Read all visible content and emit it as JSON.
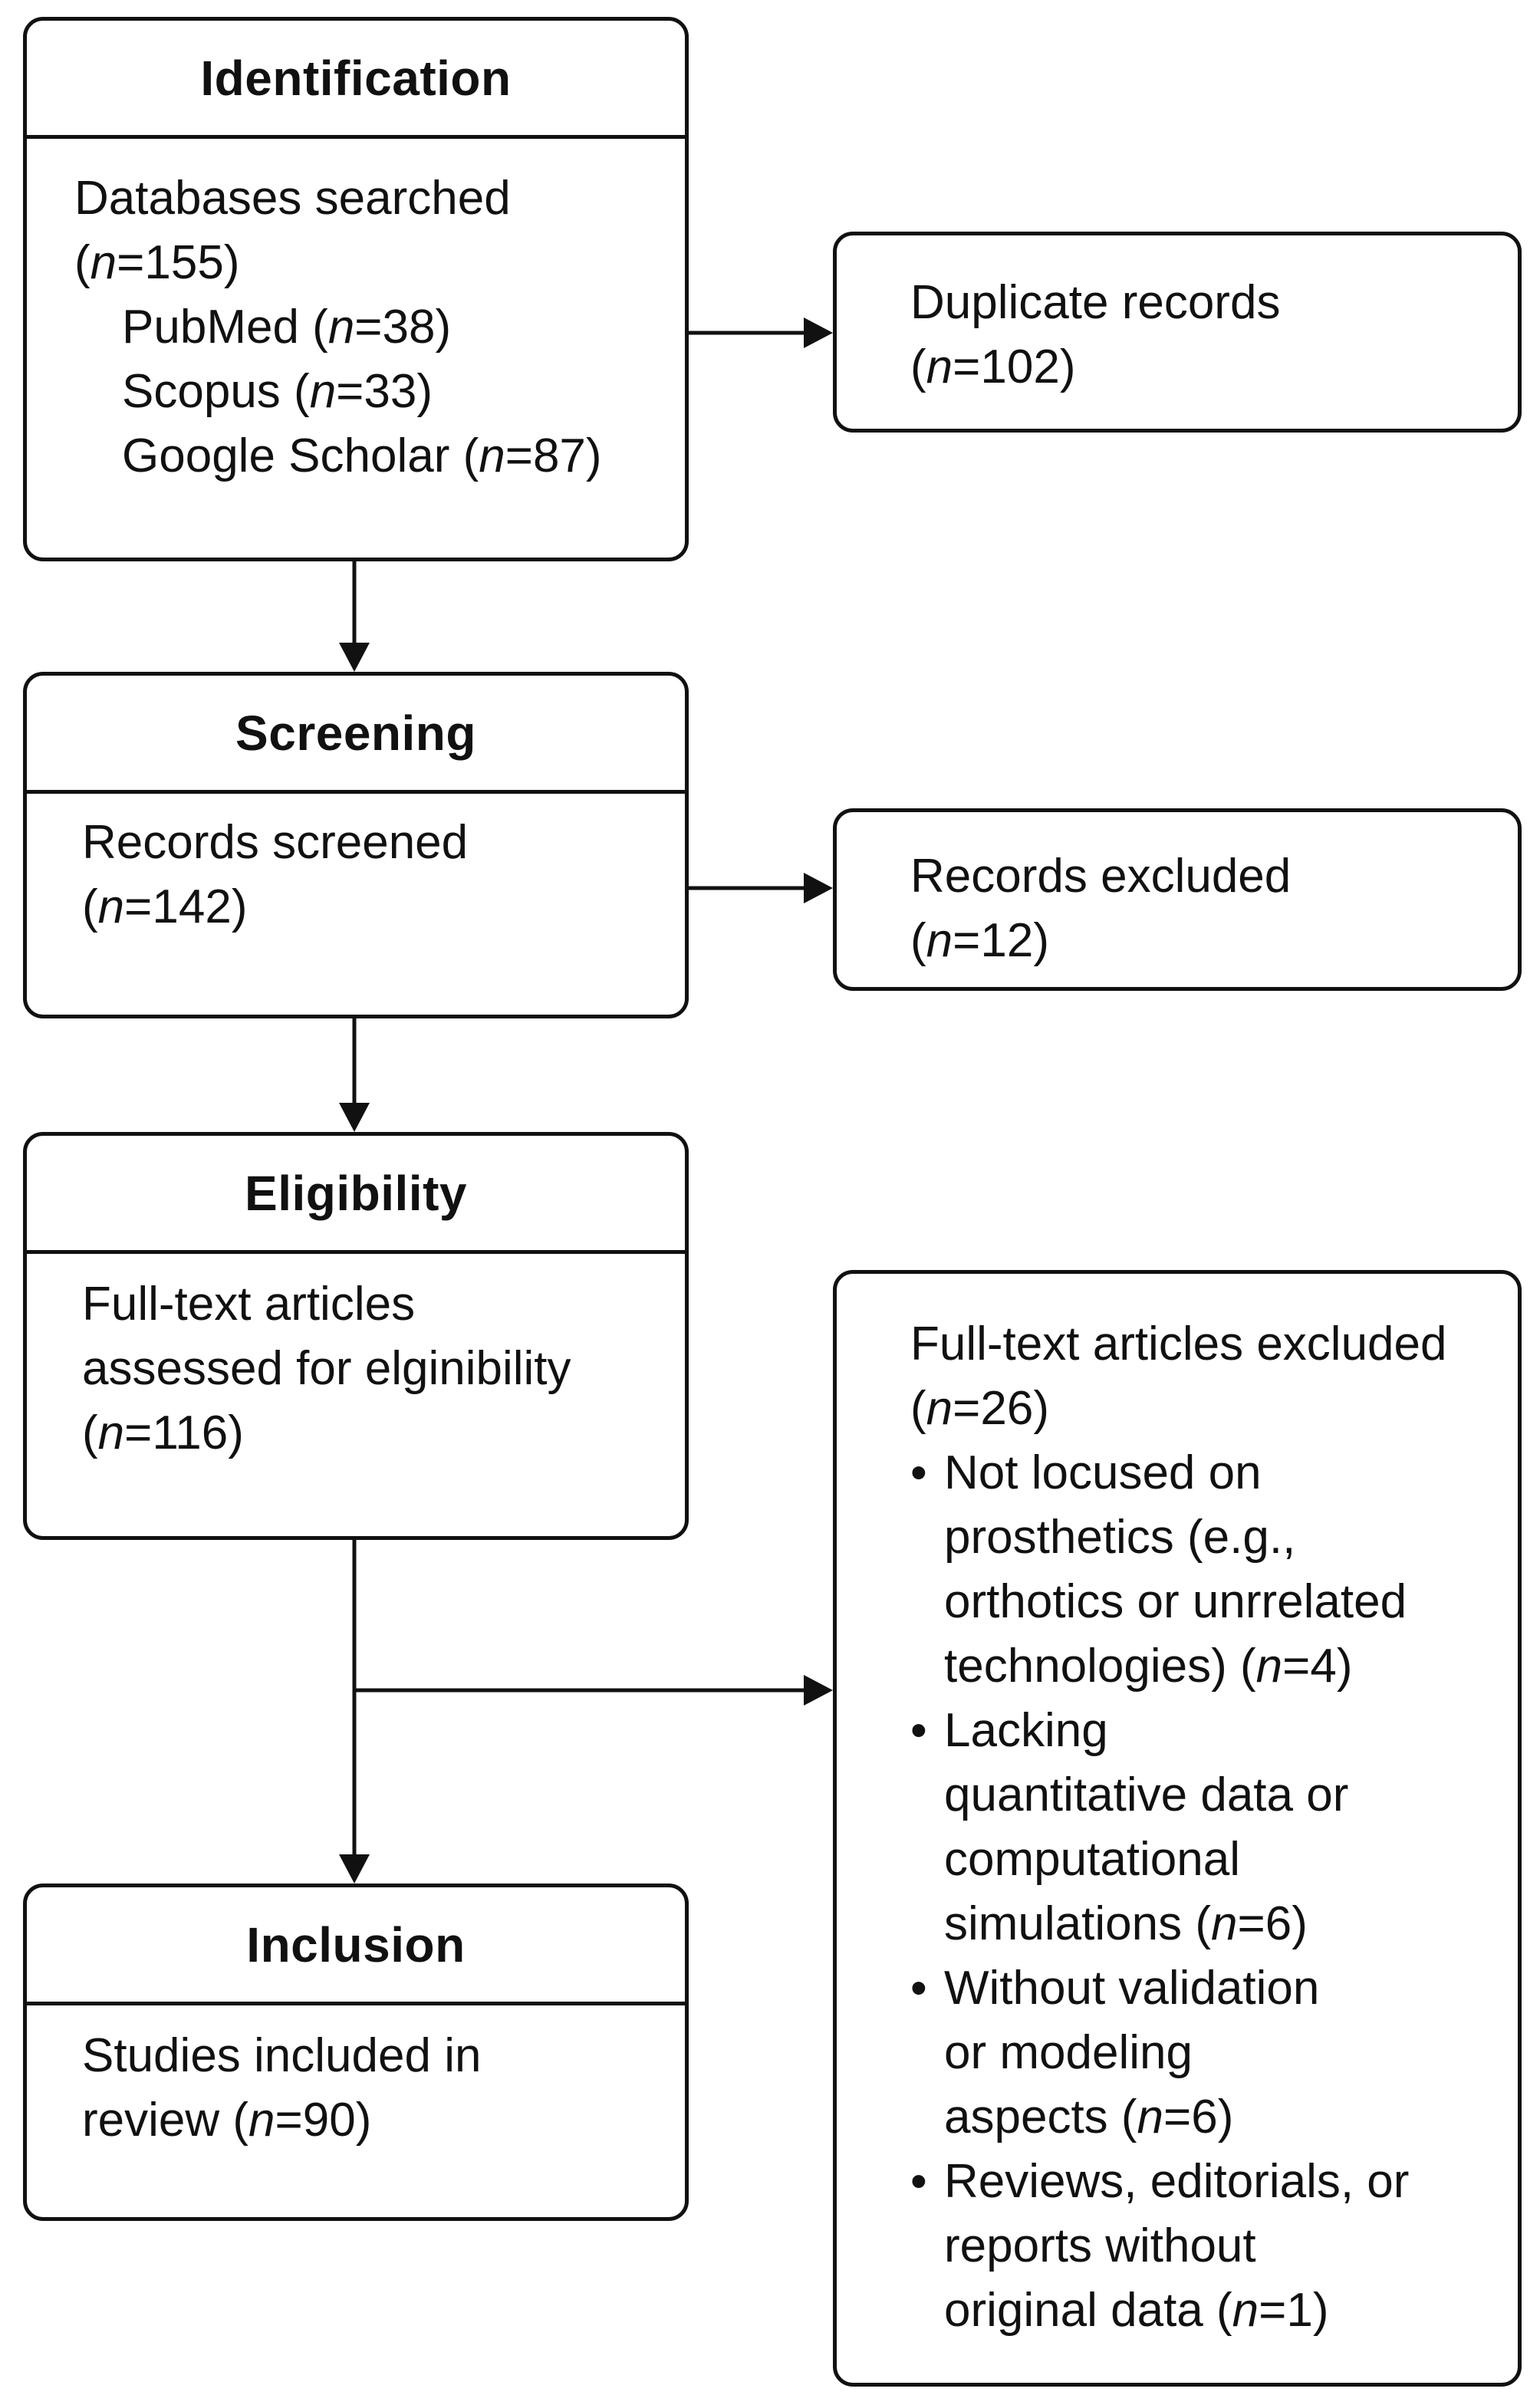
{
  "identification": {
    "title": "Identification",
    "databases_label": "Databases searched",
    "databases_n": "155",
    "sources": [
      {
        "name": "PubMed",
        "n": "38"
      },
      {
        "name": "Scopus",
        "n": "33"
      },
      {
        "name": "Google Scholar",
        "n": "87"
      }
    ]
  },
  "duplicates": {
    "label": "Duplicate records",
    "n": "102"
  },
  "screening": {
    "title": "Screening",
    "label": "Records screened",
    "n": "142"
  },
  "records_excluded": {
    "label": "Records excluded",
    "n": "12"
  },
  "eligibility": {
    "title": "Eligibility",
    "line1": "Full-text articles",
    "line2": "assessed for elginibility",
    "n": "116"
  },
  "fulltext_excluded": {
    "label": "Full-text articles excluded",
    "n": "26",
    "reasons": [
      {
        "lines": [
          "Not locused on",
          "prosthetics (e.g.,",
          "orthotics or unrrelated"
        ],
        "last": "technologies)",
        "n": "4"
      },
      {
        "lines": [
          "Lacking",
          "quantitative data or",
          "computational"
        ],
        "last": "simulations",
        "n": "6"
      },
      {
        "lines": [
          "Without validation",
          "or modeling"
        ],
        "last": "aspects",
        "n": "6"
      },
      {
        "lines": [
          "Reviews, editorials, or",
          "reports without"
        ],
        "last": "original data",
        "n": "1"
      }
    ]
  },
  "inclusion": {
    "title": "Inclusion",
    "line1": "Studies included in",
    "line2": "review",
    "n": "90"
  },
  "colors": {
    "stroke": "#111111",
    "background": "#ffffff"
  }
}
